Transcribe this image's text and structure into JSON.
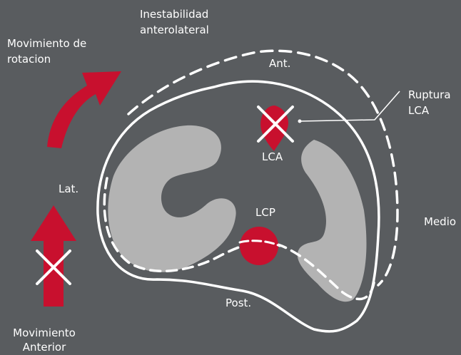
{
  "labels": {
    "instability_line1": "Inestabilidad",
    "instability_line2": "anterolateral",
    "rotation_line1": "Movimiento de",
    "rotation_line2": "rotacion",
    "anterior_pos": "Ant.",
    "rupture_line1": "Ruptura",
    "rupture_line2": "LCA",
    "lca": "LCA",
    "lateral_pos": "Lat.",
    "lcp": "LCP",
    "medial_pos": "Medio",
    "posterior_pos": "Post.",
    "anterior_move_line1": "Movimiento",
    "anterior_move_line2": "Anterior"
  },
  "colors": {
    "background": "#595c5f",
    "ligament_red": "#c8102e",
    "meniscus_gray": "#b3b3b3",
    "outline_white": "#ffffff"
  }
}
